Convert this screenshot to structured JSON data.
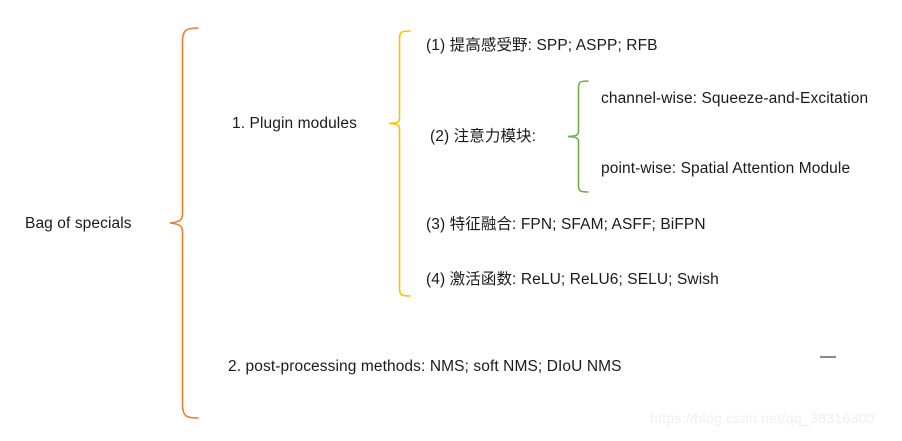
{
  "diagram": {
    "type": "bracket-tree",
    "root": {
      "label": "Bag of specials"
    },
    "colors": {
      "root_brace": "#ED7D31",
      "plugin_brace": "#FFC000",
      "attention_brace": "#70AD47",
      "text": "#1a1a1a",
      "watermark": "#efefef",
      "dash": "#8a8a8a"
    },
    "level2": [
      {
        "label": "1. Plugin modules"
      },
      {
        "label": "2. post-processing methods: NMS; soft NMS; DIoU NMS"
      }
    ],
    "level3": [
      {
        "label": "(1) 提高感受野: SPP; ASPP; RFB"
      },
      {
        "label": "(2) 注意力模块:"
      },
      {
        "label": "(3) 特征融合: FPN; SFAM; ASFF; BiFPN"
      },
      {
        "label": "(4) 激活函数: ReLU; ReLU6; SELU; Swish"
      }
    ],
    "level4": [
      {
        "label": "channel-wise: Squeeze-and-Excitation"
      },
      {
        "label": "point-wise: Spatial Attention Module"
      }
    ]
  },
  "watermark": {
    "text": "https://blog.csdn.net/qq_38316300"
  }
}
